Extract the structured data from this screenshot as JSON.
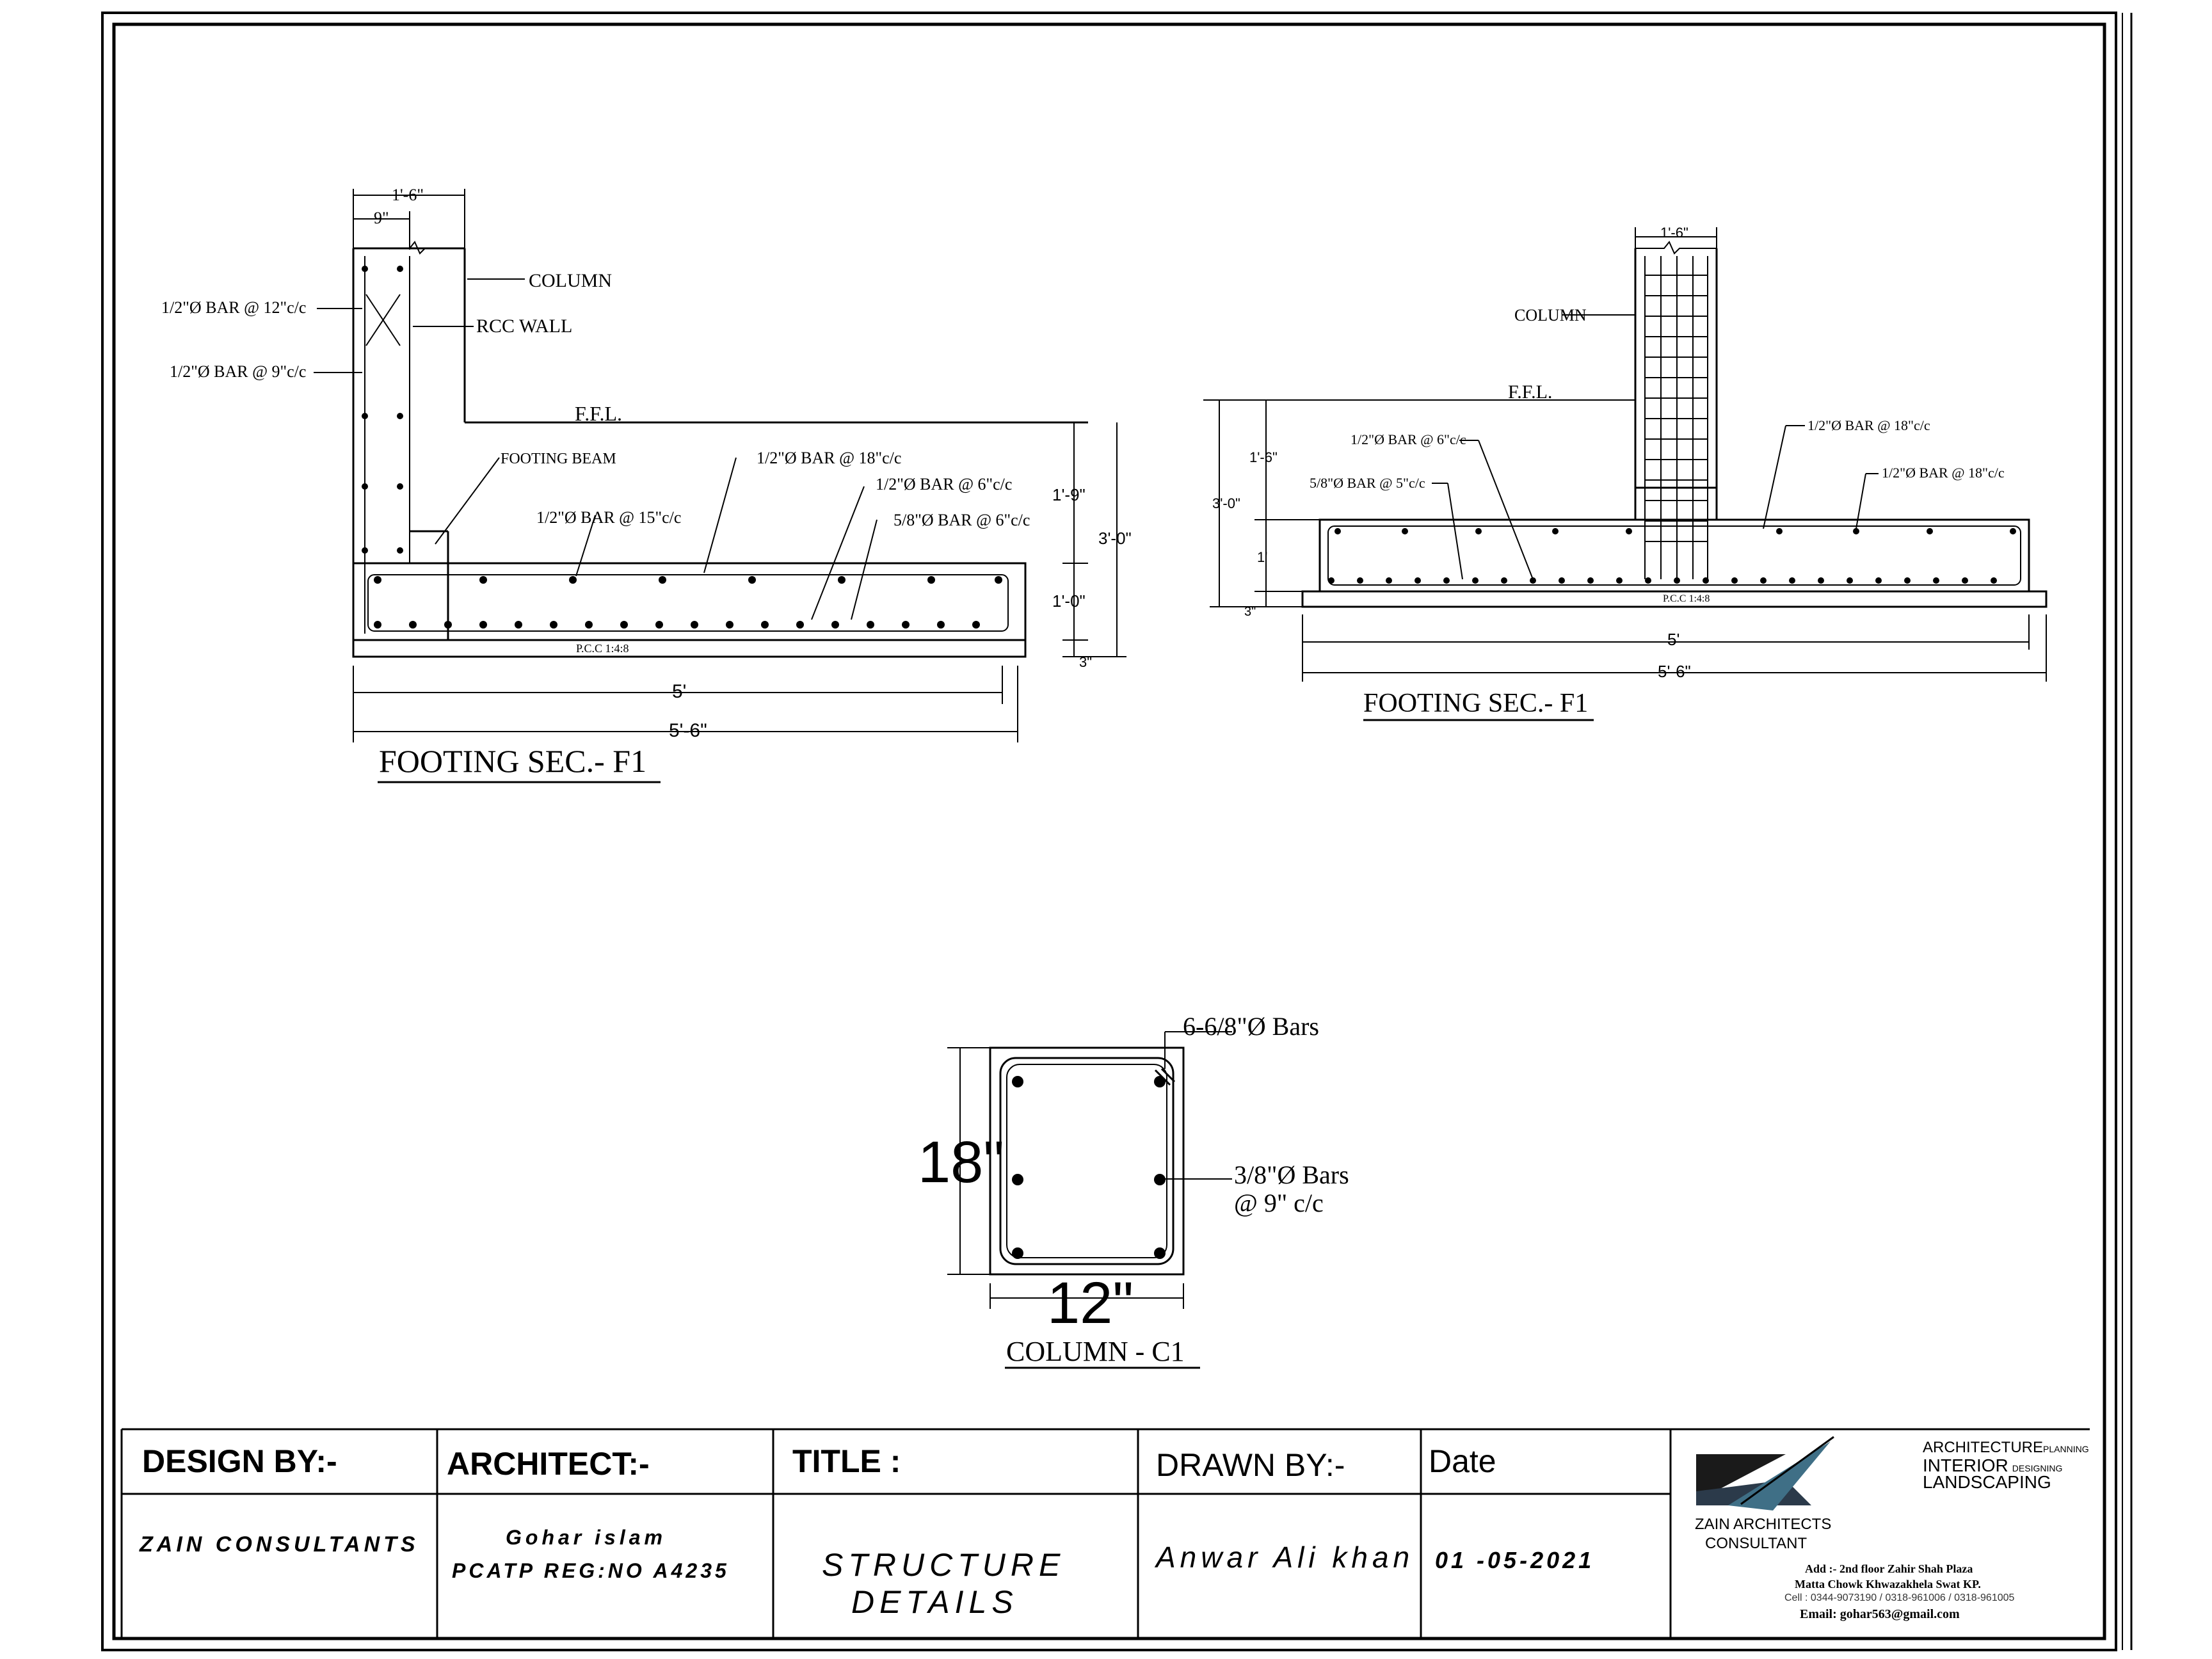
{
  "footing_left": {
    "title": "FOOTING SEC.- F1",
    "column": "COLUMN",
    "rcc_wall": "RCC WALL",
    "bar_12": "1/2\"Ø BAR @ 12\"c/c",
    "bar_9": "1/2\"Ø BAR @ 9\"c/c",
    "ffl": "F.F.L.",
    "footing_beam": "FOOTING BEAM",
    "bar_18": "1/2\"Ø BAR @ 18\"c/c",
    "bar_6": "1/2\"Ø BAR @ 6\"c/c",
    "bar_15": "1/2\"Ø BAR @ 15\"c/c",
    "bar_58": "5/8\"Ø BAR @ 6\"c/c",
    "pcc": "P.C.C 1:4:8",
    "dim_top": "1'-6\"",
    "dim_wall": "9\"",
    "dim_1_9": "1'-9\"",
    "dim_3_0": "3'-0\"",
    "dim_1_0": "1'-0\"",
    "dim_3": "3\"",
    "dim_5": "5'",
    "dim_5_6": "5'-6\""
  },
  "footing_right": {
    "title": "FOOTING SEC.- F1",
    "column": "COLUMN",
    "ffl": "F.F.L.",
    "bar_6": "1/2\"Ø BAR @ 6\"c/c",
    "bar_58": "5/8\"Ø BAR @ 5\"c/c",
    "bar_18a": "1/2\"Ø BAR @ 18\"c/c",
    "bar_18b": "1/2\"Ø BAR @ 18\"c/c",
    "pcc": "P.C.C 1:4:8",
    "dim_top": "1'-6\"",
    "dim_1_6": "1'-6\"",
    "dim_3_0": "3'-0\"",
    "dim_1": "1'",
    "dim_3": "3\"",
    "dim_5": "5'",
    "dim_5_6": "5'-6\""
  },
  "column_c1": {
    "title": "COLUMN - C1",
    "main_bars": "6-6/8\"Ø Bars",
    "ties_line1": "3/8\"Ø Bars",
    "ties_line2": "@ 9\" c/c",
    "height": "18\"",
    "width": "12\""
  },
  "title_block": {
    "design_by_label": "DESIGN BY:-",
    "design_by_value": "ZAIN CONSULTANTS",
    "architect_label": "ARCHITECT:-",
    "architect_name": "Gohar islam",
    "architect_reg": "PCATP REG:NO A4235",
    "title_label": "TITLE :",
    "title_line1": "STRUCTURE",
    "title_line2": "DETAILS",
    "drawn_by_label": "DRAWN BY:-",
    "drawn_by_value": "Anwar Ali khan",
    "date_label": "Date",
    "date_value": "01 -05-2021",
    "logo_line1": "ZAIN ARCHITECTS",
    "logo_line2": "CONSULTANT",
    "svc_architecture": "ARCHITECTURE",
    "svc_planning": "PLANNING",
    "svc_interior": "INTERIOR",
    "svc_designing": "DESIGNING",
    "svc_landscaping": "LANDSCAPING",
    "address1": "Add :- 2nd floor  Zahir Shah Plaza",
    "address2": "Matta Chowk  Khwazakhela Swat KP.",
    "cell": "Cell : 0344-9073190 / 0318-961006 / 0318-961005",
    "email": "Email: gohar563@gmail.com"
  }
}
